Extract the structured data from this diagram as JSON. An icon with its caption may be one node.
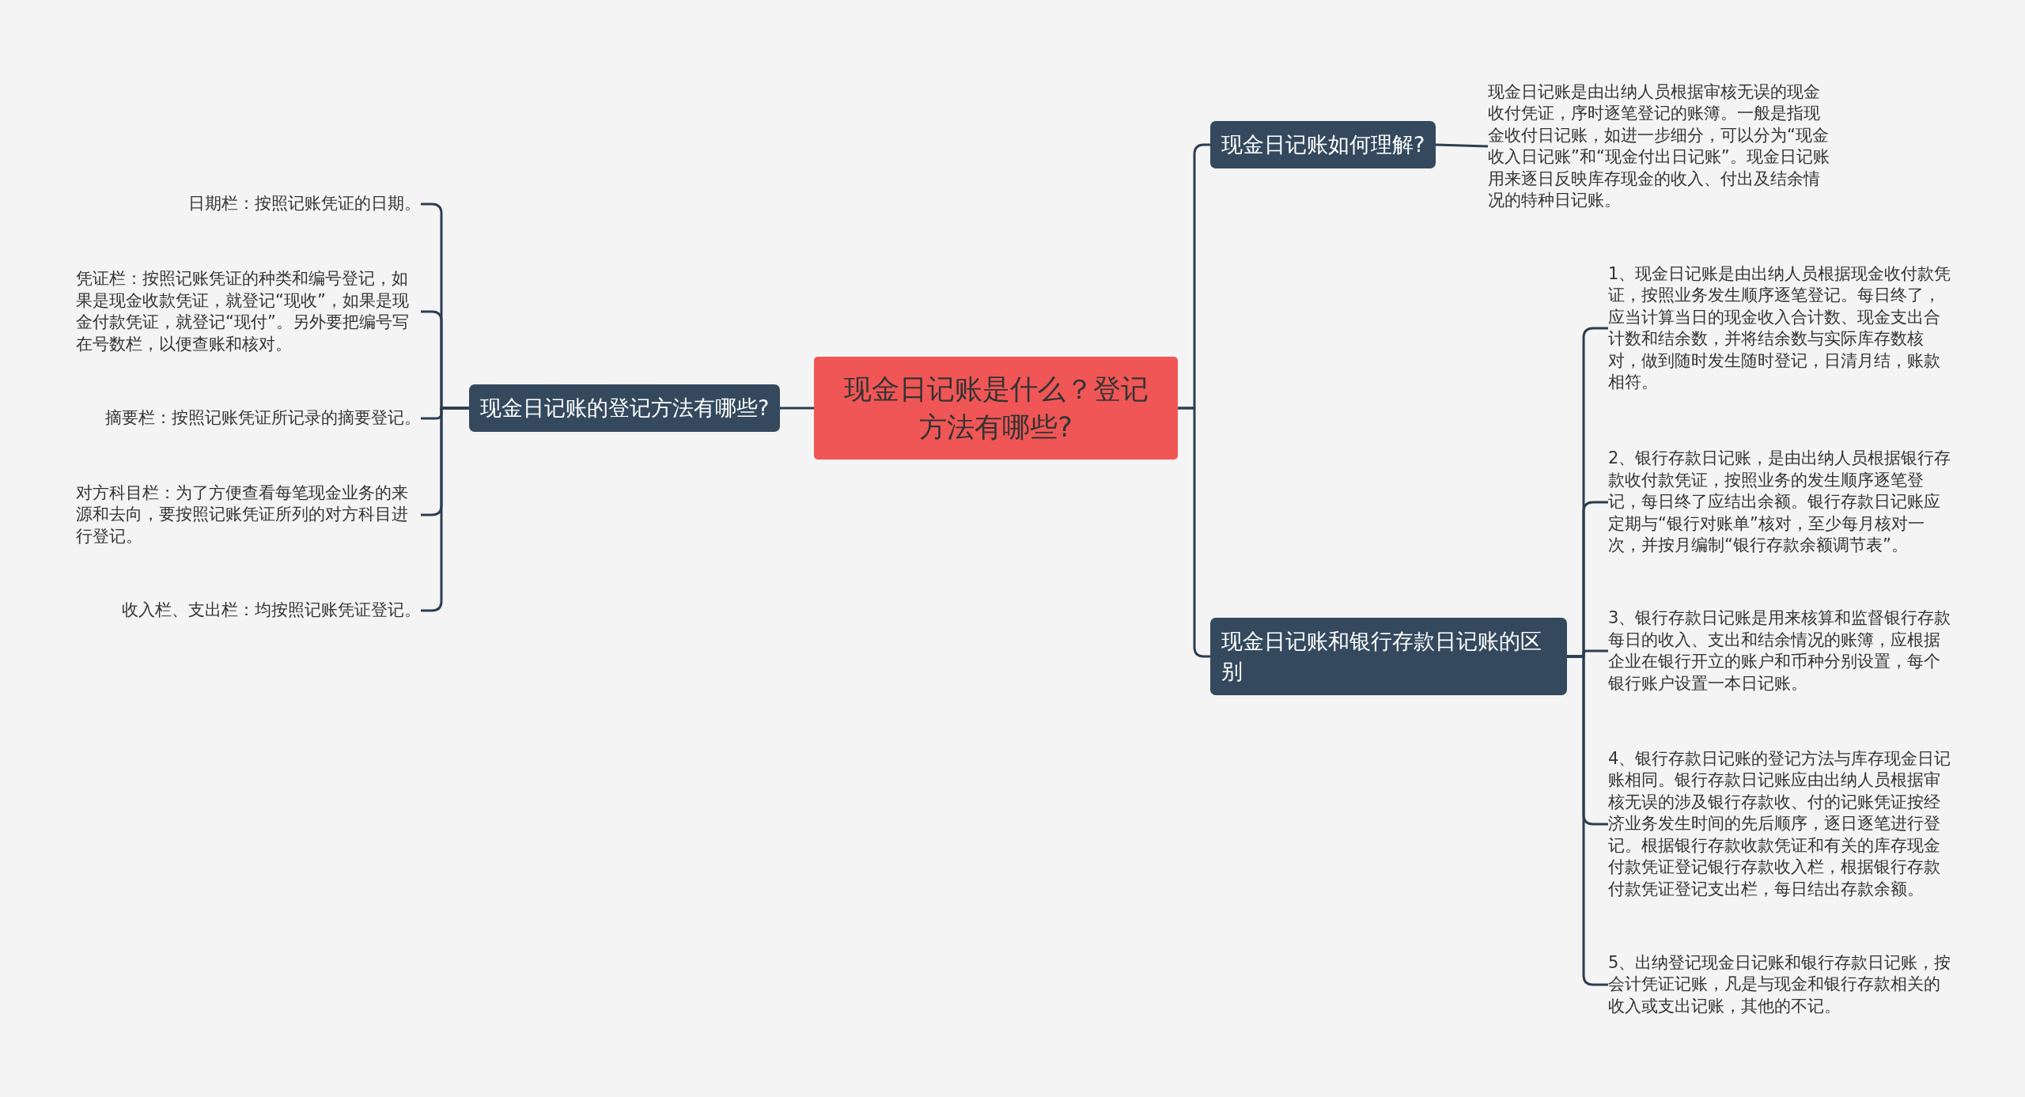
{
  "diagram": {
    "nodes": [
      {
        "text": [
          "现金日记账是什么？登记方法有哪些?"
        ]
      },
      {
        "text": [
          "现金日记账的登记方法有哪些?"
        ]
      },
      {
        "text": [
          "日期栏：按照记账凭证的日期。"
        ]
      },
      {
        "text": [
          "凭证栏：按照记账凭证的种类和编号登记，如果是现金收款凭证，就登记“现收”，如果是现金付款凭证，就登记“现付”。另外要把编号写在号数栏，以便查账和核对。"
        ]
      },
      {
        "text": [
          "摘要栏：按照记账凭证所记录的摘要登记。"
        ]
      },
      {
        "text": [
          "对方科目栏：为了方便查看每笔现金业务的来源和去向，要按照记账凭证所列的对方科目进行登记。"
        ]
      },
      {
        "text": [
          "收入栏、支出栏：均按照记账凭证登记。"
        ]
      },
      {
        "text": [
          "现金日记账如何理解?"
        ]
      },
      {
        "text": [
          "现金日记账是由出纳人员根据审核无误的现金收付凭证，序时逐笔登记的账簿。一般是指现金收付日记账，如进一步细分，可以分为“现金收入日记账”和“现金付出日记账”。现金日记账用来逐日反映库存现金的收入、付出及结余情况的特种日记账。"
        ]
      },
      {
        "text": [
          "现金日记账和银行存款日记账的区别"
        ]
      },
      {
        "text": [
          "1、现金日记账是由出纳人员根据现金收付款凭证，按照业务发生顺序逐笔登记。每日终了，应当计算当日的现金收入合计数、现金支出合计数和结余数，并将结余数与实际库存数核对，做到随时发生随时登记，日清月结，账款相符。"
        ]
      },
      {
        "text": [
          "2、银行存款日记账，是由出纳人员根据银行存款收付款凭证，按照业务的发生顺序逐笔登记，每日终了应结出余额。银行存款日记账应定期与“银行对账单”核对，至少每月核对一次，并按月编制“银行存款余额调节表”。"
        ]
      },
      {
        "text": [
          "3、银行存款日记账是用来核算和监督银行存款每日的收入、支出和结余情况的账簿，应根据企业在银行开立的账户和币种分别设置，每个银行账户设置一本日记账。"
        ]
      },
      {
        "text": [
          "4、银行存款日记账的登记方法与库存现金日记账相同。银行存款日记账应由出纳人员根据审核无误的涉及银行存款收、付的记账凭证按经济业务发生时间的先后顺序，逐日逐笔进行登记。根据银行存款收款凭证和有关的库存现金付款凭证登记银行存款收入栏，根据银行存款付款凭证登记支出栏，每日结出存款余额。"
        ]
      },
      {
        "text": [
          "5、出纳登记现金日记账和银行存款日记账，按会计凭证记账，凡是与现金和银行存款相关的收入或支出记账，其他的不记。"
        ]
      }
    ],
    "edges": [
      {
        "from": 0,
        "to": 1,
        "arrow": "none"
      },
      {
        "from": 1,
        "to": 2,
        "arrow": "none"
      },
      {
        "from": 1,
        "to": 3,
        "arrow": "none"
      },
      {
        "from": 1,
        "to": 4,
        "arrow": "none"
      },
      {
        "from": 1,
        "to": 5,
        "arrow": "none"
      },
      {
        "from": 1,
        "to": 6,
        "arrow": "none"
      },
      {
        "from": 0,
        "to": 7,
        "arrow": "none"
      },
      {
        "from": 7,
        "to": 8,
        "arrow": "none"
      },
      {
        "from": 0,
        "to": 9,
        "arrow": "none"
      },
      {
        "from": 9,
        "to": 10,
        "arrow": "none"
      },
      {
        "from": 9,
        "to": 11,
        "arrow": "none"
      },
      {
        "from": 9,
        "to": 12,
        "arrow": "none"
      },
      {
        "from": 9,
        "to": 13,
        "arrow": "none"
      },
      {
        "from": 9,
        "to": 14,
        "arrow": "none"
      }
    ]
  }
}
